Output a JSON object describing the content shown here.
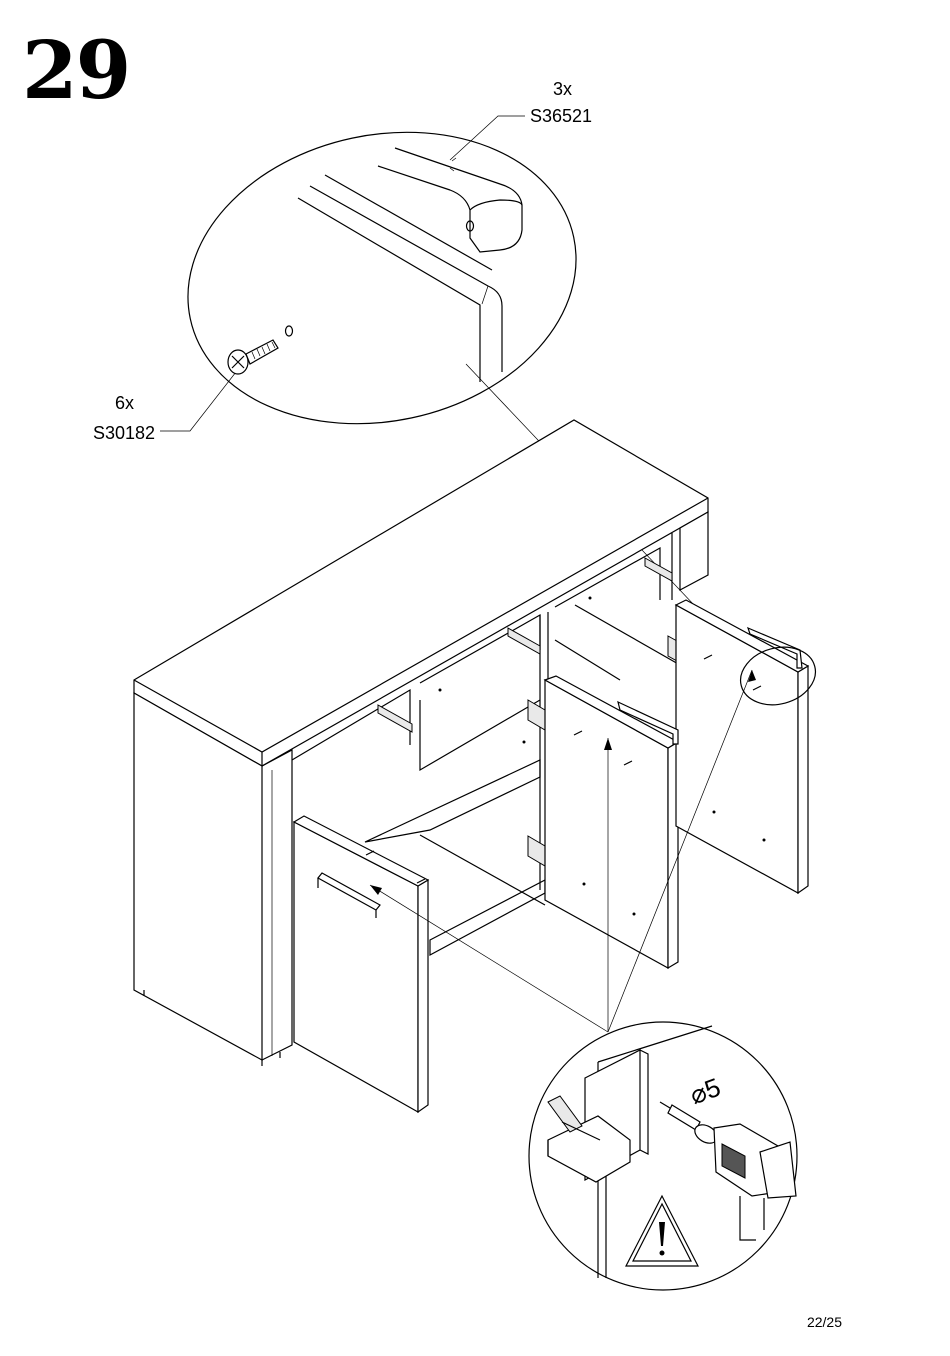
{
  "step": {
    "number": "29"
  },
  "parts": [
    {
      "qty": "3x",
      "code": "S36521"
    },
    {
      "qty": "6x",
      "code": "S30182"
    }
  ],
  "drill": {
    "diameter_label": "⌀5"
  },
  "page": {
    "number": "22/25"
  }
}
